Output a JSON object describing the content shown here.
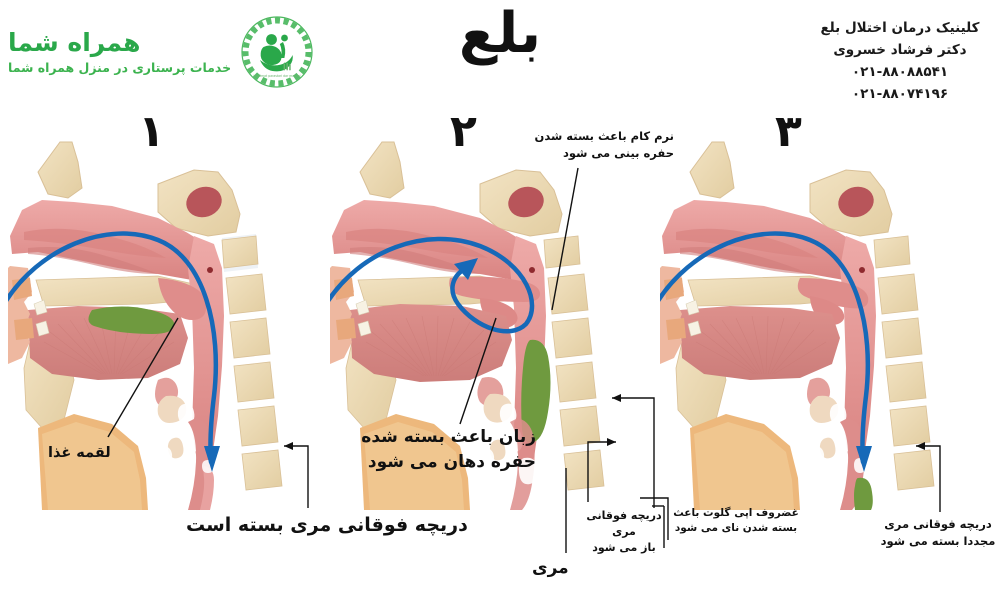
{
  "brand": {
    "title": "همراه شما",
    "subtitle": "خدمات پرستاری در منزل همراه شما",
    "logo_icon": "mother-child-care-logo-icon",
    "color": "#2aa84a"
  },
  "header": {
    "title": "بلع"
  },
  "clinic": {
    "line1": "کلینیک درمان اختلال بلع",
    "line2": "دکتر فرشاد خسروی",
    "phone1": "۰۲۱-۸۸۰۸۸۵۴۱",
    "phone2": "۰۲۱-۸۸۰۷۴۱۹۶"
  },
  "panels": [
    {
      "number": "۱",
      "labels": {
        "bolus": "لقمه غذا",
        "ues_closed": "دریچه فوقانی مری بسته است"
      }
    },
    {
      "number": "۲",
      "labels": {
        "soft_palate": "نرم کام باعث بسته شدن\nحفره بینی می شود",
        "soft_palate_l1": "نرم کام باعث بسته شدن",
        "soft_palate_l2": "حفره بینی می شود",
        "tongue_l1": "زبان باعث بسته شده",
        "tongue_l2": "حفره دهان می شود",
        "esophagus": "مری",
        "ues_open_l1": "دریچه فوقانی مری",
        "ues_open_l2": "باز می شود",
        "epiglottis_l1": "غضروف اپی گلوت باعث",
        "epiglottis_l2": "بسته شدن نای می شود"
      }
    },
    {
      "number": "۳",
      "labels": {
        "ues_reclose_l1": "دریچه فوقانی مری",
        "ues_reclose_l2": "مجددا بسته می شود"
      }
    }
  ],
  "colors": {
    "bone": "#e8d3ad",
    "bone_light": "#f0e2c4",
    "mucosa": "#e08f8f",
    "mucosa_deep": "#d07c7c",
    "mucosa_light": "#eba5a5",
    "tongue": "#d98a86",
    "bolus_green": "#6f9a3f",
    "arrow_blue": "#1669b8",
    "cartilage": "#efe4c8",
    "lip": "#e9a87c",
    "background": "#ffffff",
    "ink": "#111111"
  }
}
